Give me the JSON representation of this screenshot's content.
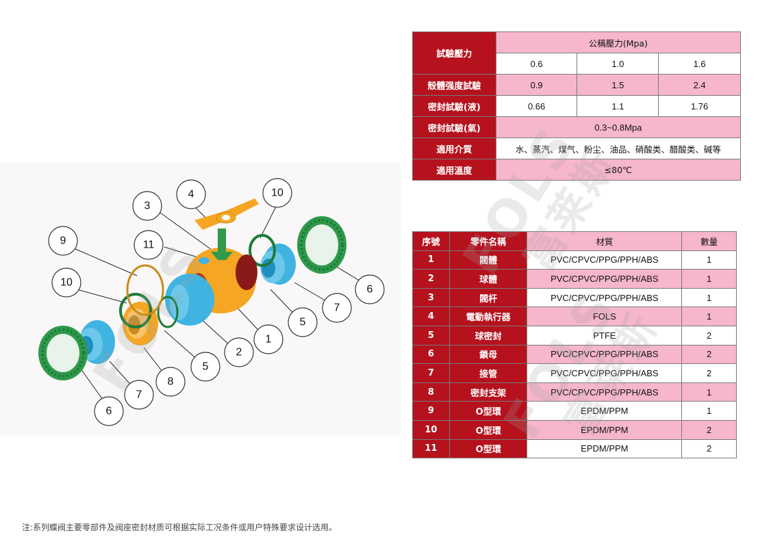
{
  "pressure_table": {
    "header_label": "試驗壓力",
    "nominal_label": "公稱壓力(Mpa)",
    "nominal_values": [
      "0.6",
      "1.0",
      "1.6"
    ],
    "rows": [
      {
        "label": "殼體强度試驗",
        "values": [
          "0.9",
          "1.5",
          "2.4"
        ]
      },
      {
        "label": "密封試驗(液)",
        "values": [
          "0.66",
          "1.1",
          "1.76"
        ]
      }
    ],
    "gas_seal": {
      "label": "密封試驗(氣)",
      "value": "0.3~0.8Mpa"
    },
    "media": {
      "label": "適用介質",
      "value": "水、蒸汽、煤气、粉尘、油品、硝酸类、醋酸类、碱等"
    },
    "temperature": {
      "label": "適用溫度",
      "value": "≤80℃"
    }
  },
  "parts_table": {
    "headers": [
      "序號",
      "零件名稱",
      "材質",
      "數量"
    ],
    "rows": [
      {
        "no": "1",
        "name": "閥體",
        "material": "PVC/CPVC/PPG/PPH/ABS",
        "qty": "1"
      },
      {
        "no": "2",
        "name": "球體",
        "material": "PVC/CPVC/PPG/PPH/ABS",
        "qty": "1"
      },
      {
        "no": "3",
        "name": "閥杆",
        "material": "PVC/CPVC/PPG/PPH/ABS",
        "qty": "1"
      },
      {
        "no": "4",
        "name": "電動執行器",
        "material": "FOLS",
        "qty": "1"
      },
      {
        "no": "5",
        "name": "球密封",
        "material": "PTFE",
        "qty": "2"
      },
      {
        "no": "6",
        "name": "鎖母",
        "material": "PVC/CPVC/PPG/PPH/ABS",
        "qty": "2"
      },
      {
        "no": "7",
        "name": "接管",
        "material": "PVC/CPVC/PPG/PPH/ABS",
        "qty": "2"
      },
      {
        "no": "8",
        "name": "密封支架",
        "material": "PVC/CPVC/PPG/PPH/ABS",
        "qty": "1"
      },
      {
        "no": "9",
        "name": "O型環",
        "material": "EPDM/PPM",
        "qty": "1"
      },
      {
        "no": "10",
        "name": "O型環",
        "material": "EPDM/PPM",
        "qty": "2"
      },
      {
        "no": "11",
        "name": "O型環",
        "material": "EPDM/PPM",
        "qty": "2"
      }
    ]
  },
  "diagram": {
    "callouts": {
      "c4": "4",
      "c10a": "10",
      "c3": "3",
      "c9": "9",
      "c11": "11",
      "c10b": "10",
      "c6r": "6",
      "c7r": "7",
      "c5r": "5",
      "c1": "1",
      "c2": "2",
      "c5l": "5",
      "c8": "8",
      "c7l": "7",
      "c6l": "6"
    },
    "colors": {
      "orange": "#f5a623",
      "blue": "#3fb4e0",
      "green": "#2e9a4a",
      "ring_green": "#1f7a3a",
      "ring_orange": "#c98a1c",
      "dark_red": "#8a1a1a"
    }
  },
  "watermark": {
    "brand": "FOLS",
    "chinese": "富莱斯"
  },
  "footnote": "注:系列蝶阀主要零部件及阀座密封材质可根据实际工况条件或用户特殊要求设计选用。"
}
